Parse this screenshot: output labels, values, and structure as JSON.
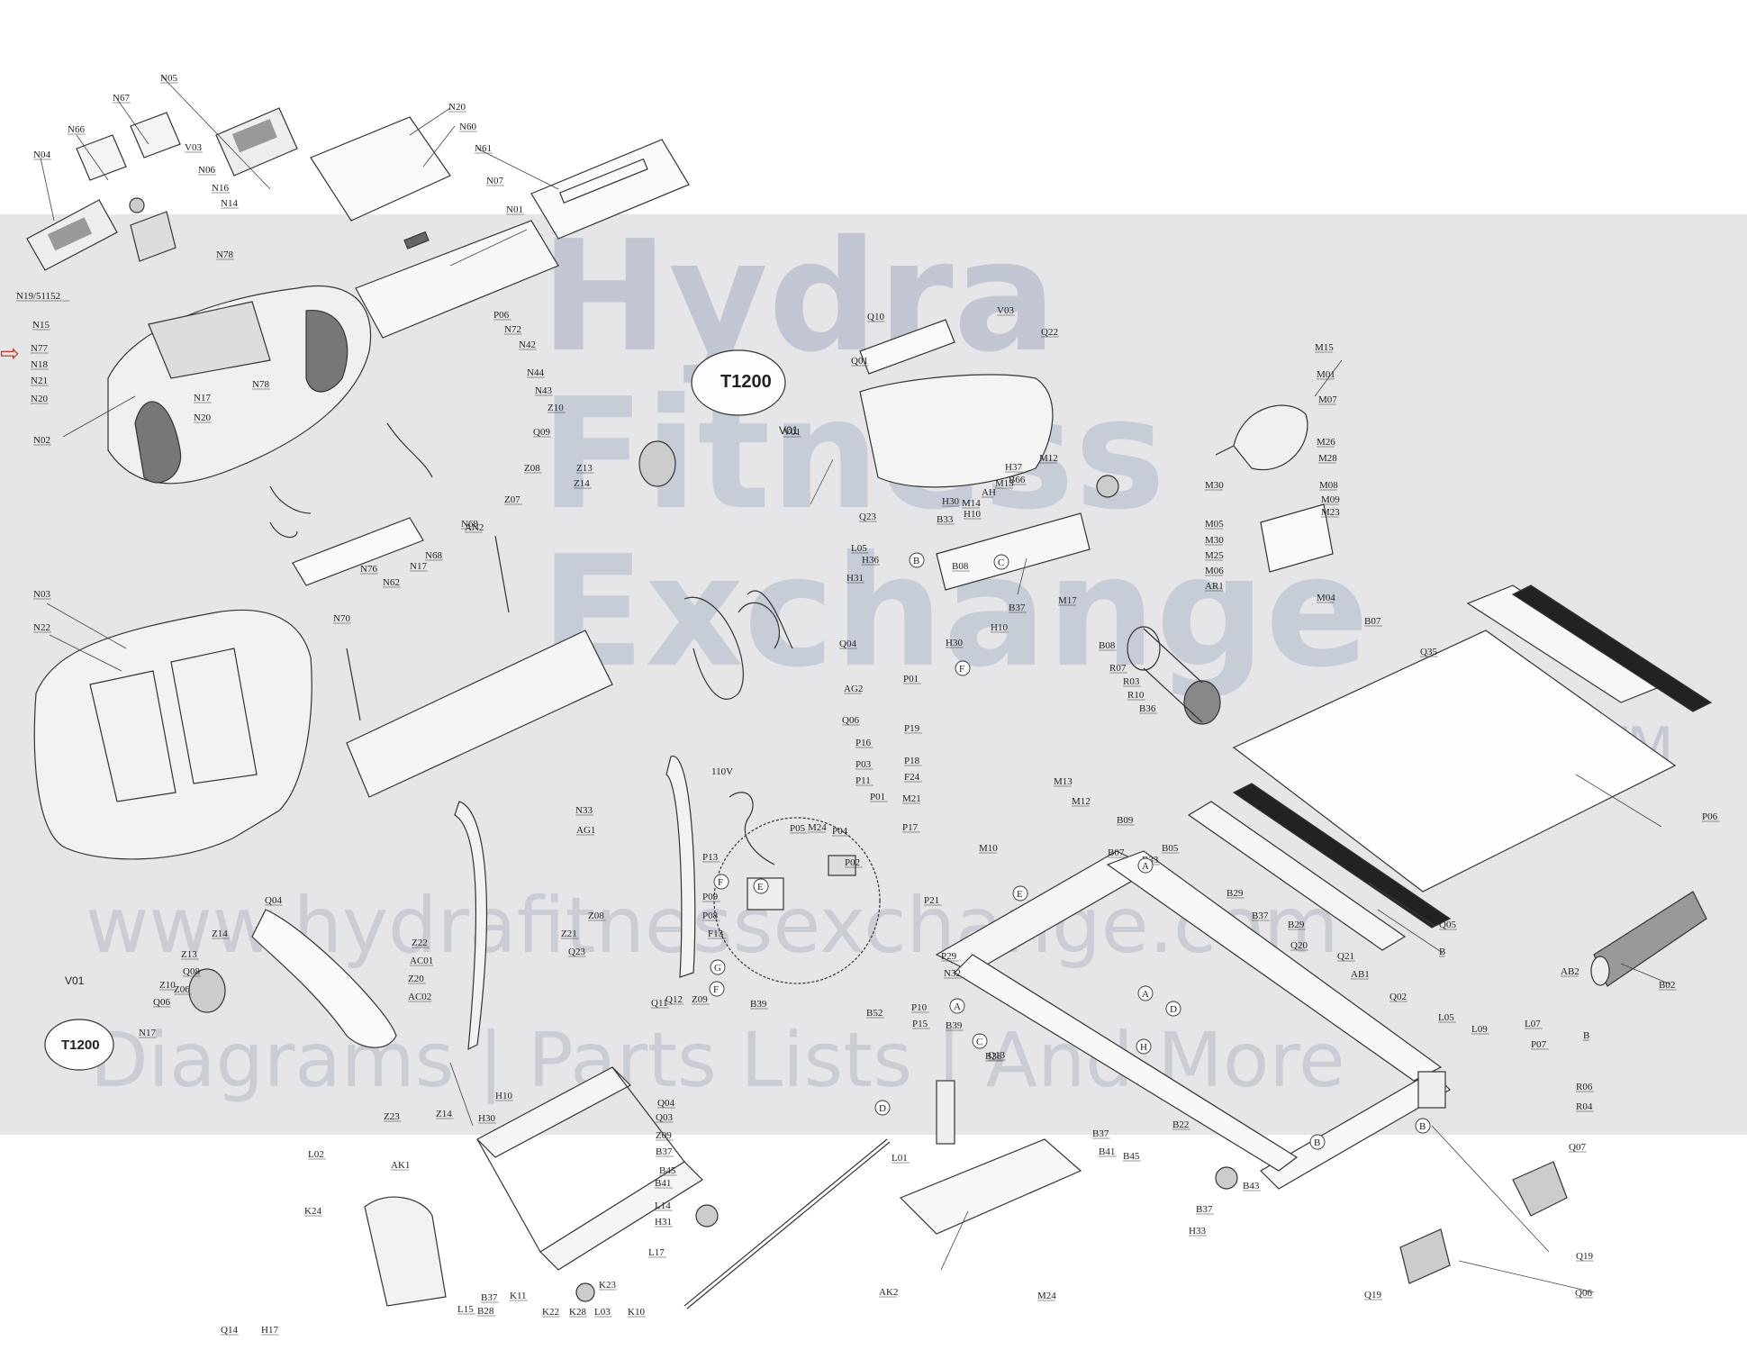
{
  "watermark": {
    "line1": "Hydra",
    "line2": "Fitness",
    "line3": "Exchange",
    "tm": "TM",
    "url": "www.hydrafitnessexchange.com",
    "tagline": "Diagrams | Parts Lists | And More"
  },
  "marker": "⇨",
  "badge_text": "T1200",
  "logo_label": "V01",
  "voltage": "110V",
  "part_labels": [
    "N05",
    "N67",
    "N66",
    "N04",
    "V03",
    "N06",
    "N16",
    "N14",
    "N20",
    "N60",
    "N61",
    "N07",
    "N01",
    "N78",
    "N19/51152",
    "N15",
    "N77",
    "N18",
    "N21",
    "N20",
    "N17",
    "N78",
    "N20",
    "N02",
    "P06",
    "N72",
    "N42",
    "N44",
    "N43",
    "N03",
    "N22",
    "N70",
    "N62",
    "N76",
    "N68",
    "N69",
    "N17",
    "AN2",
    "Z10",
    "Q09",
    "Z08",
    "Z07",
    "Z13",
    "Z14",
    "Q04",
    "AG2",
    "Q06",
    "V01",
    "Q10",
    "V03",
    "Q22",
    "Q01",
    "Q23",
    "H37",
    "M12",
    "H30",
    "B33",
    "H10",
    "M14",
    "AH",
    "M13",
    "B66",
    "L05",
    "H36",
    "H31",
    "H30",
    "H10",
    "B37",
    "M17",
    "M15",
    "M01",
    "M07",
    "M26",
    "M28",
    "M30",
    "M08",
    "M09",
    "M23",
    "M05",
    "M30",
    "M25",
    "M06",
    "AR1",
    "M04",
    "B08",
    "R07",
    "R03",
    "R10",
    "B36",
    "B07",
    "Q35",
    "P06",
    "P01",
    "P19",
    "P18",
    "F24",
    "B08",
    "M21",
    "P17",
    "M10",
    "M13",
    "M12",
    "B09",
    "B07",
    "B33",
    "B05",
    "B29",
    "B37",
    "B29",
    "Q20",
    "Q21",
    "AB1",
    "Q02",
    "Q05",
    "B",
    "B02",
    "AB2",
    "B",
    "L05",
    "L09",
    "L07",
    "P07",
    "P16",
    "P03",
    "P11",
    "P01",
    "P04",
    "P05",
    "M24",
    "P02",
    "P13",
    "P09",
    "P08",
    "F13",
    "P21",
    "P29",
    "N32",
    "N33",
    "AG1",
    "Q04",
    "Z14",
    "Z13",
    "Q08",
    "Z10",
    "Q06",
    "Z06",
    "Z22",
    "AC01",
    "Z20",
    "AC02",
    "Z08",
    "Z21",
    "Q23",
    "Q11",
    "Q12",
    "Z09",
    "B39",
    "P10",
    "B52",
    "P15",
    "B39",
    "B38",
    "Q13",
    "B37",
    "B41",
    "B45",
    "B22",
    "B37",
    "H33",
    "B43",
    "Q19",
    "Q19",
    "R06",
    "R04",
    "Q07",
    "Q06",
    "N17",
    "Z23",
    "Z14",
    "H30",
    "AK1",
    "H10",
    "L02",
    "K24",
    "Q04",
    "Q03",
    "Z09",
    "B37",
    "B45",
    "B41",
    "L14",
    "H31",
    "L17",
    "L15",
    "B28",
    "B37",
    "K11",
    "K22",
    "K28",
    "L03",
    "K23",
    "K10",
    "L01",
    "AK2",
    "M24",
    "Q14",
    "H17"
  ],
  "callouts": [
    "A",
    "B",
    "C",
    "D",
    "E",
    "F",
    "G",
    "H"
  ],
  "colors": {
    "line": "#333333",
    "watermark": "#aab0c0",
    "band": "#c8c8cd",
    "arrow": "#c0392b"
  }
}
